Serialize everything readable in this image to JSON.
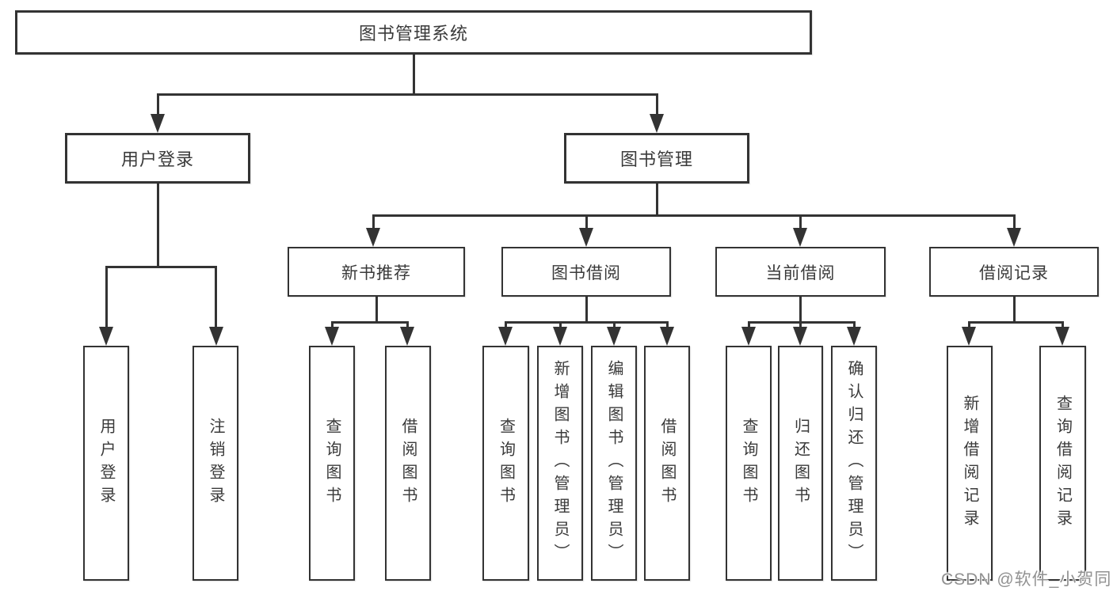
{
  "diagram": {
    "title": "图书管理系统",
    "colors": {
      "line": "#333333",
      "text": "#3a3a3a",
      "box_background": "#ffffff",
      "watermark": "#919191"
    },
    "watermark": "CSDN @软件_小贺同学",
    "nodes": {
      "root": {
        "label": "图书管理系统",
        "level": 0
      },
      "user_login": {
        "label": "用户登录",
        "level": 1
      },
      "book_mgmt": {
        "label": "图书管理",
        "level": 1
      },
      "new_book_rec": {
        "label": "新书推荐",
        "level": 2
      },
      "book_borrow": {
        "label": "图书借阅",
        "level": 2
      },
      "current_borrow": {
        "label": "当前借阅",
        "level": 2
      },
      "borrow_record": {
        "label": "借阅记录",
        "level": 2
      },
      "leaf_user_login": {
        "label": "用户登录",
        "level": 3
      },
      "leaf_logout": {
        "label": "注销登录",
        "level": 3
      },
      "leaf_query_book_rec": {
        "label": "查询图书",
        "level": 3
      },
      "leaf_borrow_book_rec": {
        "label": "借阅图书",
        "level": 3
      },
      "leaf_query_book_borrow": {
        "label": "查询图书",
        "level": 3
      },
      "leaf_add_book": {
        "label": "新增图书（管理员）",
        "level": 3
      },
      "leaf_edit_book": {
        "label": "编辑图书（管理员）",
        "level": 3
      },
      "leaf_borrow_book_borrow": {
        "label": "借阅图书",
        "level": 3
      },
      "leaf_query_book_current": {
        "label": "查询图书",
        "level": 3
      },
      "leaf_return_book": {
        "label": "归还图书",
        "level": 3
      },
      "leaf_confirm_return": {
        "label": "确认归还（管理员）",
        "level": 3
      },
      "leaf_add_borrow_record": {
        "label": "新增借阅记录",
        "level": 3
      },
      "leaf_query_borrow_record": {
        "label": "查询借阅记录",
        "level": 3
      }
    },
    "edges": [
      [
        "root",
        "user_login"
      ],
      [
        "root",
        "book_mgmt"
      ],
      [
        "user_login",
        "leaf_user_login"
      ],
      [
        "user_login",
        "leaf_logout"
      ],
      [
        "book_mgmt",
        "new_book_rec"
      ],
      [
        "book_mgmt",
        "book_borrow"
      ],
      [
        "book_mgmt",
        "current_borrow"
      ],
      [
        "book_mgmt",
        "borrow_record"
      ],
      [
        "new_book_rec",
        "leaf_query_book_rec"
      ],
      [
        "new_book_rec",
        "leaf_borrow_book_rec"
      ],
      [
        "book_borrow",
        "leaf_query_book_borrow"
      ],
      [
        "book_borrow",
        "leaf_add_book"
      ],
      [
        "book_borrow",
        "leaf_edit_book"
      ],
      [
        "book_borrow",
        "leaf_borrow_book_borrow"
      ],
      [
        "current_borrow",
        "leaf_query_book_current"
      ],
      [
        "current_borrow",
        "leaf_return_book"
      ],
      [
        "current_borrow",
        "leaf_confirm_return"
      ],
      [
        "borrow_record",
        "leaf_add_borrow_record"
      ],
      [
        "borrow_record",
        "leaf_query_borrow_record"
      ]
    ]
  }
}
